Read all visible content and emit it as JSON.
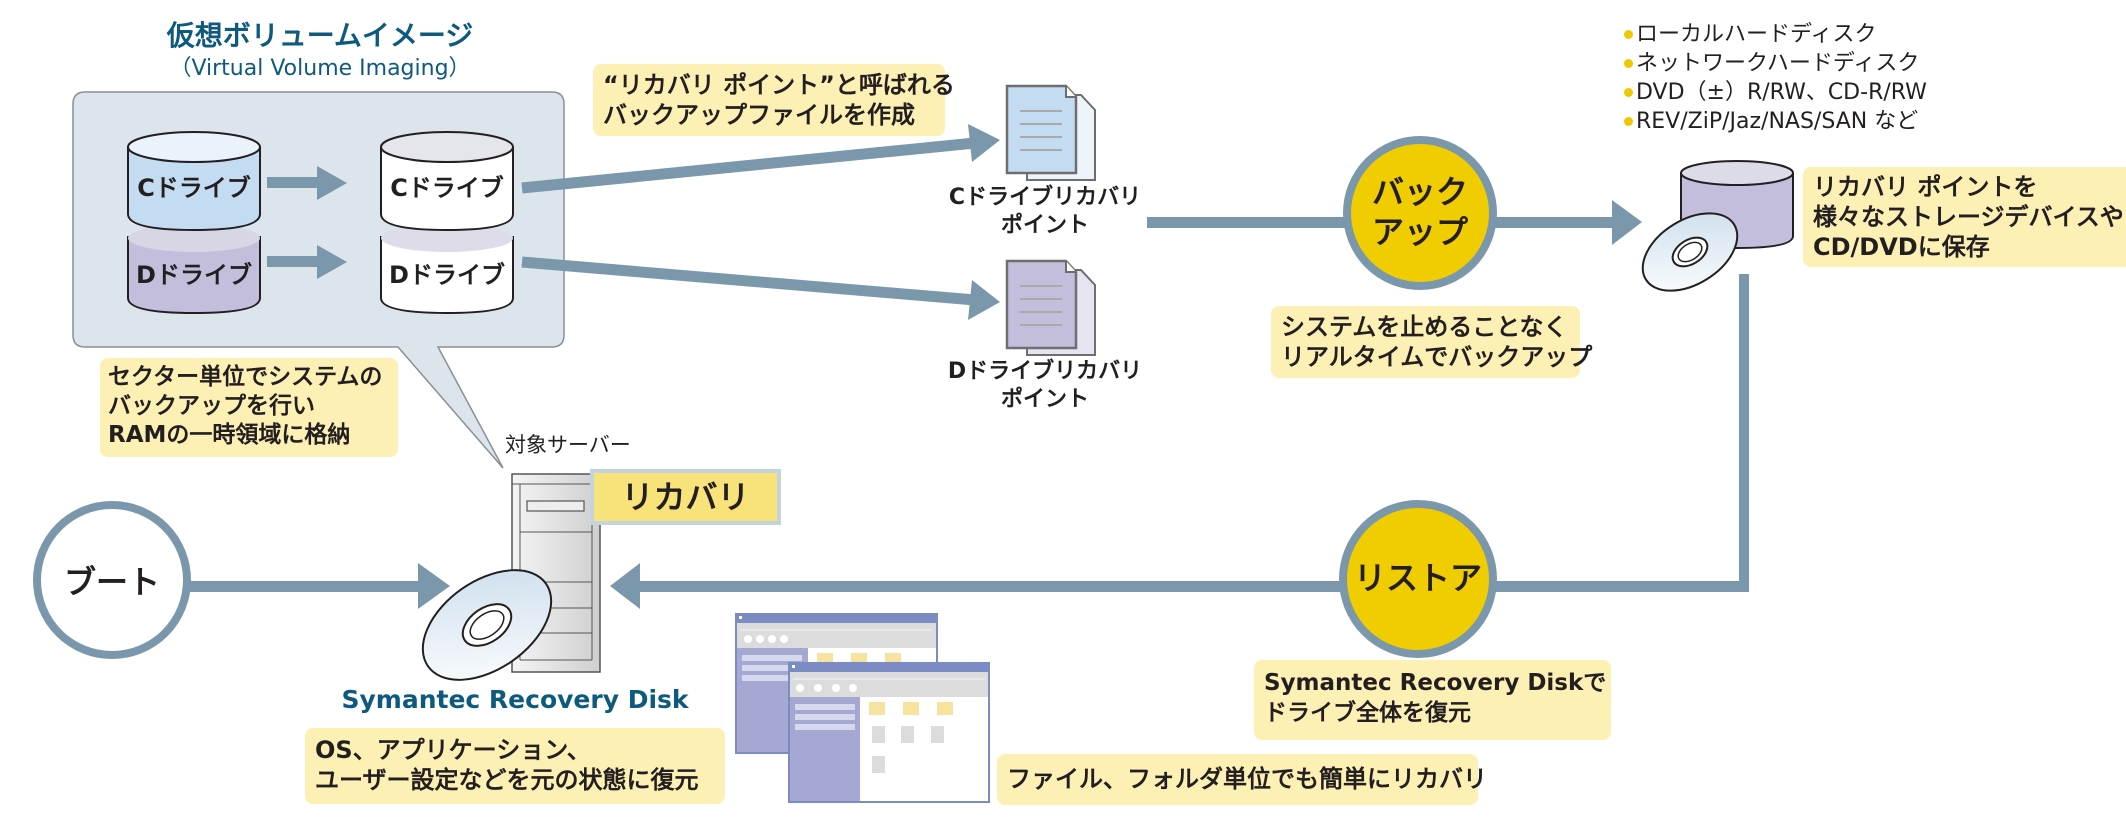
{
  "colors": {
    "arrow": "#7b97ab",
    "panel_bg": "#dde5ec",
    "note_bg": "#fcf0b4",
    "circle_yellow": "#f0cd00",
    "title_blue": "#0e5a7e",
    "c_drive": "#c4dcf2",
    "d_drive": "#c4bedd",
    "window_frame": "#7b8bc4",
    "window_sidebar": "#a4a8d2",
    "folder": "#f6e3a0"
  },
  "vvi": {
    "title": "仮想ボリュームイメージ",
    "subtitle": "（Virtual Volume Imaging）",
    "source_drives": [
      {
        "label": "Cドライブ",
        "icon": "c-drive-cylinder-icon"
      },
      {
        "label": "Dドライブ",
        "icon": "d-drive-cylinder-icon"
      }
    ],
    "image_drives": [
      {
        "label": "Cドライブ",
        "icon": "c-drive-image-cylinder-icon"
      },
      {
        "label": "Dドライブ",
        "icon": "d-drive-image-cylinder-icon"
      }
    ],
    "note_lines": [
      "セクター単位でシステムの",
      "バックアップを行い",
      "RAMの一時領域に格納"
    ]
  },
  "recovery_point_note": {
    "lines": [
      "“リカバリ ポイント”と呼ばれる",
      "バックアップファイルを作成"
    ]
  },
  "recovery_points": [
    {
      "lines": [
        "Cドライブリカバリ",
        "ポイント"
      ],
      "icon": "c-recovery-point-file-icon"
    },
    {
      "lines": [
        "Dドライブリカバリ",
        "ポイント"
      ],
      "icon": "d-recovery-point-file-icon"
    }
  ],
  "backup": {
    "label_lines": [
      "バック",
      "アップ"
    ],
    "note_lines": [
      "システムを止めることなく",
      "リアルタイムでバックアップ"
    ]
  },
  "storage": {
    "list": [
      "ローカルハードディスク",
      "ネットワークハードディスク",
      "DVD（±）R/RW、CD-R/RW",
      "REV/ZiP/Jaz/NAS/SAN など"
    ],
    "note_lines": [
      "リカバリ ポイントを",
      "様々なストレージデバイスや",
      "CD/DVDに保存"
    ]
  },
  "restore": {
    "label": "リストア",
    "note_lines": [
      "Symantec Recovery Diskで",
      "ドライブ全体を復元"
    ]
  },
  "boot": {
    "label": "ブート"
  },
  "server": {
    "label": "対象サーバー",
    "badge": "リカバリ"
  },
  "recovery_disk": {
    "label": "Symantec Recovery Disk",
    "note_lines": [
      "OS、アプリケーション、",
      "ユーザー設定などを元の状態に復元"
    ]
  },
  "file_recovery": {
    "note": "ファイル、フォルダ単位でも簡単にリカバリ"
  }
}
